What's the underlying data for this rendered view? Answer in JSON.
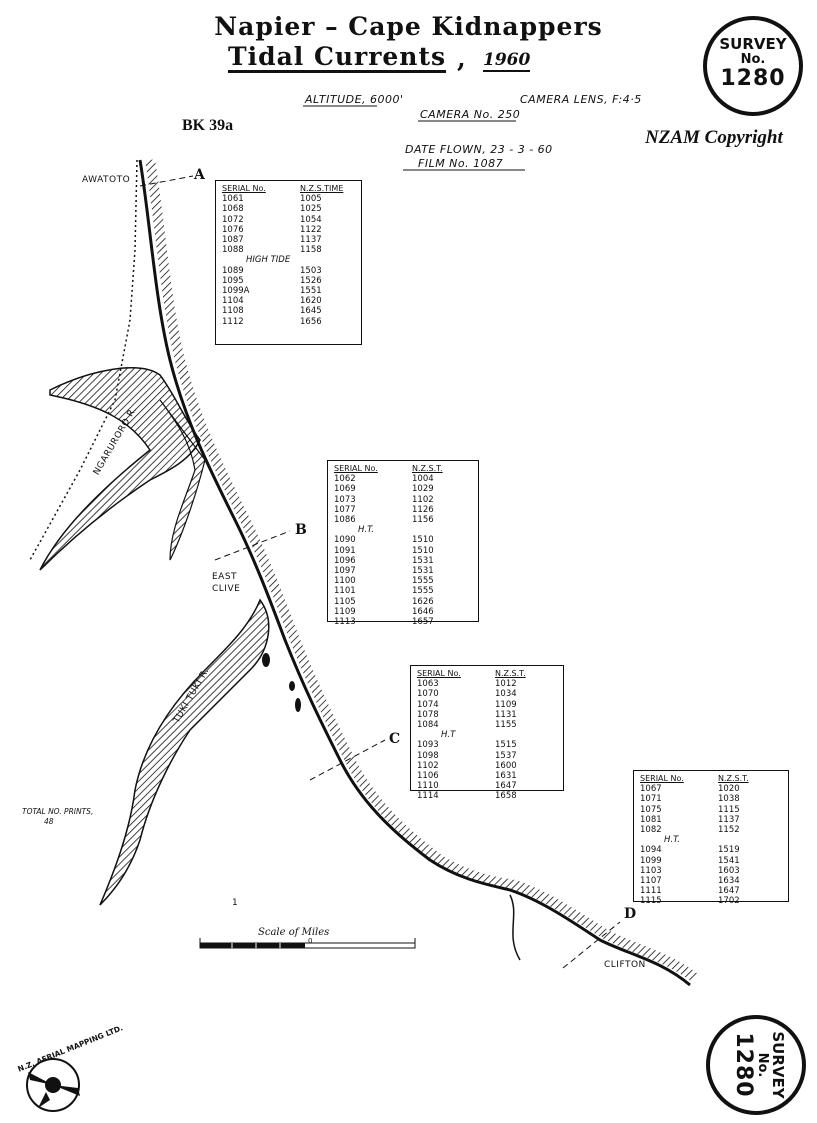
{
  "header": {
    "line1": "Napier – Cape Kidnappers",
    "line2": "Tidal Currents",
    "line2_sep": ",",
    "year": "1960",
    "altitude": "ALTITUDE, 6000'",
    "lens": "CAMERA LENS, F:4·5",
    "camera": "CAMERA No. 250",
    "date_flown": "DATE FLOWN, 23 - 3 - 60",
    "film": "FILM No. 1087",
    "sheet_ref": "BK 39a",
    "copyright": "NZAM Copyright"
  },
  "seal": {
    "word": "SURVEY",
    "no": "No.",
    "number": "1280"
  },
  "places": {
    "awatoto": "AWATOTO",
    "ngaruroro": "NGARURORO R.",
    "east": "EAST",
    "clive": "CLIVE",
    "tukituki": "TUKI TUKI R.",
    "clifton": "CLIFTON"
  },
  "points": {
    "a": "A",
    "b": "B",
    "c": "C",
    "d": "D"
  },
  "total_prints": {
    "label1": "TOTAL NO. PRINTS,",
    "value": "48"
  },
  "scale": {
    "label": "Scale of Miles",
    "tick0": "0",
    "tick1": "1"
  },
  "tables": {
    "a": {
      "h1": "SERIAL No.",
      "h2": "N.Z.S.TIME",
      "note": "HIGH TIDE",
      "rows1": [
        [
          "1061",
          "1005"
        ],
        [
          "1068",
          "1025"
        ],
        [
          "1072",
          "1054"
        ],
        [
          "1076",
          "1122"
        ],
        [
          "1087",
          "1137"
        ],
        [
          "1088",
          "1158"
        ]
      ],
      "rows2": [
        [
          "1089",
          "1503"
        ],
        [
          "1095",
          "1526"
        ],
        [
          "1099A",
          "1551"
        ],
        [
          "1104",
          "1620"
        ],
        [
          "1108",
          "1645"
        ],
        [
          "1112",
          "1656"
        ]
      ]
    },
    "b": {
      "h1": "SERIAL No.",
      "h2": "N.Z.S.T.",
      "note": "H.T.",
      "rows1": [
        [
          "1062",
          "1004"
        ],
        [
          "1069",
          "1029"
        ],
        [
          "1073",
          "1102"
        ],
        [
          "1077",
          "1126"
        ],
        [
          "1086",
          "1156"
        ]
      ],
      "rows2": [
        [
          "1090",
          "1510"
        ],
        [
          "1091",
          "1510"
        ],
        [
          "1096",
          "1531"
        ],
        [
          "1097",
          "1531"
        ],
        [
          "1100",
          "1555"
        ],
        [
          "1101",
          "1555"
        ],
        [
          "1105",
          "1626"
        ],
        [
          "1109",
          "1646"
        ],
        [
          "1113",
          "1657"
        ]
      ]
    },
    "c": {
      "h1": "SERIAL No.",
      "h2": "N.Z.S.T.",
      "note": "H.T",
      "rows1": [
        [
          "1063",
          "1012"
        ],
        [
          "1070",
          "1034"
        ],
        [
          "1074",
          "1109"
        ],
        [
          "1078",
          "1131"
        ],
        [
          "1084",
          "1155"
        ]
      ],
      "rows2": [
        [
          "1093",
          "1515"
        ],
        [
          "1098",
          "1537"
        ],
        [
          "1102",
          "1600"
        ],
        [
          "1106",
          "1631"
        ],
        [
          "1110",
          "1647"
        ],
        [
          "1114",
          "1658"
        ]
      ]
    },
    "d": {
      "h1": "SERIAL No.",
      "h2": "N.Z.S.T.",
      "note": "H.T.",
      "rows1": [
        [
          "1067",
          "1020"
        ],
        [
          "1071",
          "1038"
        ],
        [
          "1075",
          "1115"
        ],
        [
          "1081",
          "1137"
        ],
        [
          "1082",
          "1152"
        ]
      ],
      "rows2": [
        [
          "1094",
          "1519"
        ],
        [
          "1099",
          "1541"
        ],
        [
          "1103",
          "1603"
        ],
        [
          "1107",
          "1634"
        ],
        [
          "1111",
          "1647"
        ],
        [
          "1115",
          "1702"
        ]
      ]
    }
  },
  "logo": {
    "text": "N.Z. AERIAL MAPPING LTD."
  }
}
